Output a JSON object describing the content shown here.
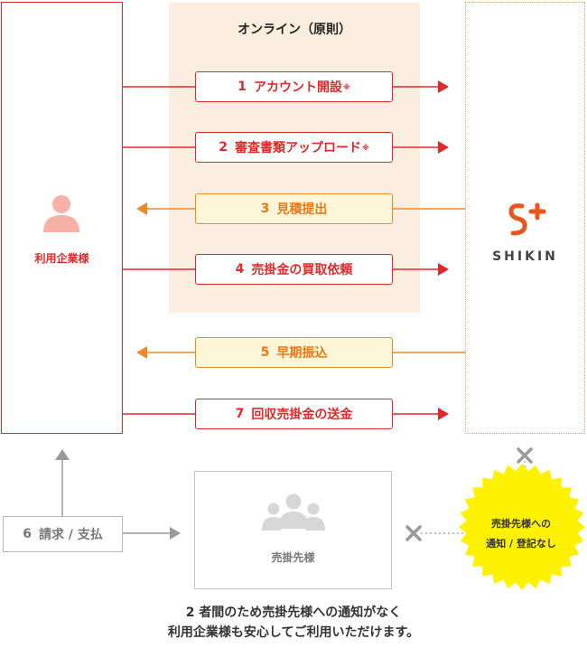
{
  "online": {
    "title": "オンライン（原則）"
  },
  "company": {
    "label": "利用企業様"
  },
  "shikin": {
    "wordmark": "SHIKIN"
  },
  "steps": [
    {
      "num": "1",
      "label": "アカウント開設",
      "mark": "※",
      "direction": "to-shikin",
      "color": "#e02a2a"
    },
    {
      "num": "2",
      "label": "審査書類アップロード",
      "mark": "※",
      "direction": "to-shikin",
      "color": "#e02a2a"
    },
    {
      "num": "3",
      "label": "見積提出",
      "mark": "",
      "direction": "to-company",
      "color": "#ec8a2a"
    },
    {
      "num": "4",
      "label": "売掛金の買取依頼",
      "mark": "",
      "direction": "to-shikin",
      "color": "#e02a2a"
    },
    {
      "num": "5",
      "label": "早期振込",
      "mark": "",
      "direction": "to-company",
      "color": "#ec8a2a"
    },
    {
      "num": "7",
      "label": "回収売掛金の送金",
      "mark": "",
      "direction": "to-shikin",
      "color": "#e02a2a"
    }
  ],
  "invoice_step": {
    "num": "6",
    "label": "請求 / 支払"
  },
  "customer": {
    "label": "売掛先様"
  },
  "notice": {
    "line1": "売掛先様への",
    "line2": "通知 / 登記なし"
  },
  "footnote": {
    "line1": "2 者間のため売掛先様への通知がなく",
    "line2": "利用企業様も安心してご利用いただけます。"
  },
  "colors": {
    "red": "#e02a2a",
    "orange": "#ec8a2a",
    "gray": "#9a9a9a",
    "burst": "#fff200"
  },
  "icons": [
    "person-icon",
    "shikin-logo-icon",
    "group-icon",
    "cross-icon"
  ]
}
